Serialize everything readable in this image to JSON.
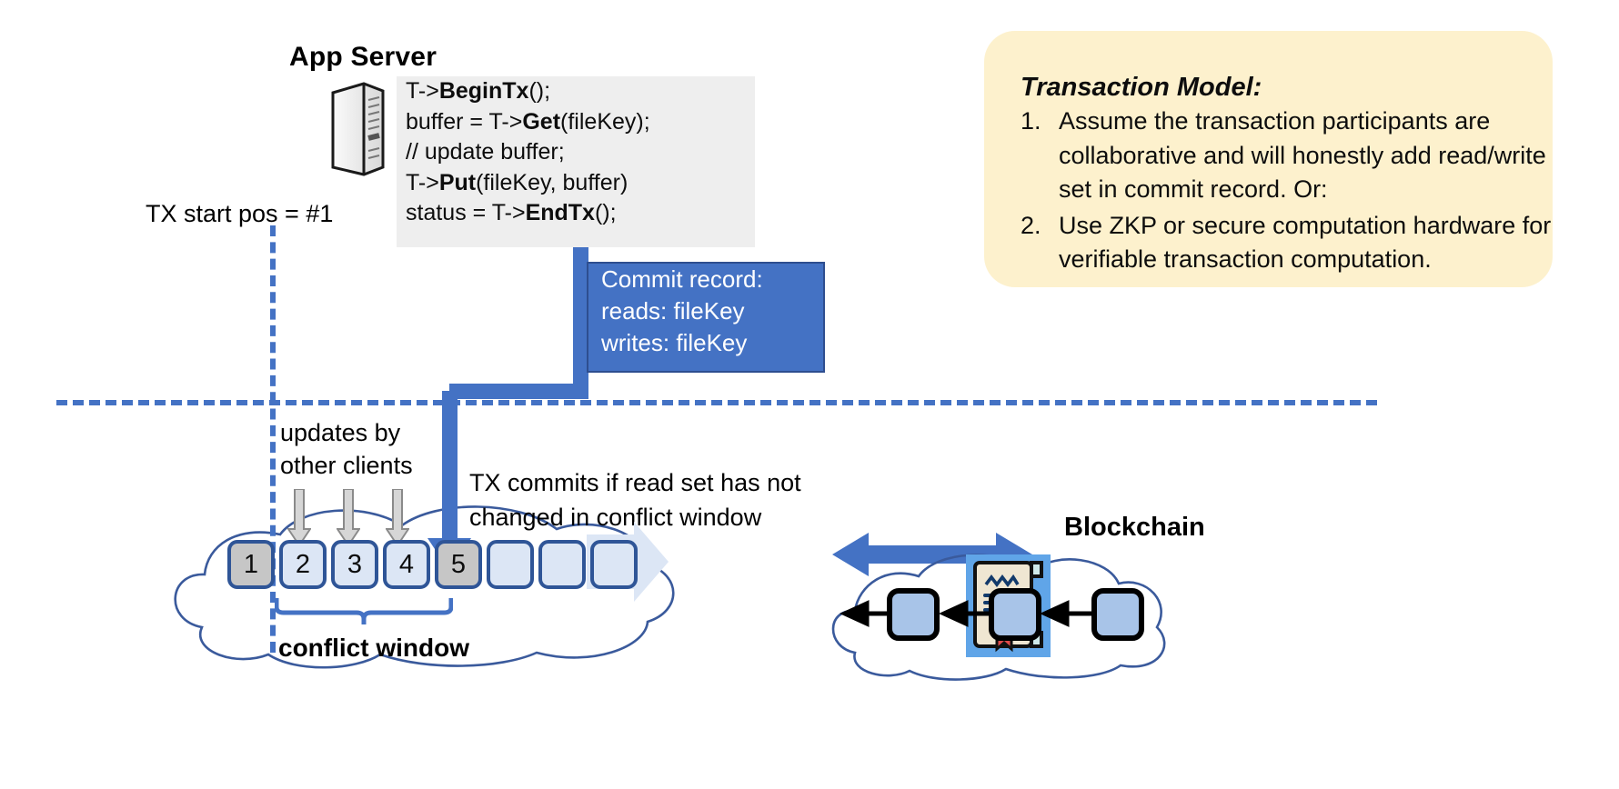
{
  "app_server": {
    "title": "App Server",
    "icon": "server-tower-icon",
    "code_lines": [
      {
        "pre": "T->",
        "bold": "BeginTx",
        "post": "();"
      },
      {
        "pre": "buffer = T->",
        "bold": "Get",
        "post": "(fileKey);"
      },
      {
        "pre": "// update buffer;",
        "bold": "",
        "post": ""
      },
      {
        "pre": "T->",
        "bold": "Put",
        "post": "(fileKey, buffer)"
      },
      {
        "pre": "status = T->",
        "bold": "EndTx",
        "post": "();"
      }
    ]
  },
  "tx_start": {
    "label": "TX start pos = #1"
  },
  "commit_record": {
    "lines": [
      "Commit record:",
      "reads: fileKey",
      "writes: fileKey"
    ]
  },
  "transaction_model": {
    "title": "Transaction Model:",
    "items": [
      {
        "num": "1.",
        "text": "Assume the transaction participants are collaborative and will honestly add read/write set in commit record.  Or:"
      },
      {
        "num": "2.",
        "text": "Use ZKP or secure computation hardware for verifiable transaction computation."
      }
    ]
  },
  "ledger": {
    "updates_label": "updates by\nother clients",
    "commits_label": "TX commits if read set has not\nchanged in conflict window",
    "conflict_window_label": "conflict window",
    "blocks": [
      {
        "num": "1",
        "state": "filled"
      },
      {
        "num": "2",
        "state": "empty"
      },
      {
        "num": "3",
        "state": "empty"
      },
      {
        "num": "4",
        "state": "empty"
      },
      {
        "num": "5",
        "state": "filled"
      },
      {
        "num": "",
        "state": "empty"
      },
      {
        "num": "",
        "state": "empty"
      },
      {
        "num": "",
        "state": "empty"
      }
    ],
    "update_arrow_count": 3
  },
  "blockchain": {
    "label": "Blockchain",
    "contract_icon": "certificate-seal-icon",
    "chain_block_count": 3
  },
  "colors": {
    "accent_blue": "#4472c4",
    "block_border": "#2f5597",
    "block_fill": "#dce6f5",
    "block_filled": "#c6c6c6",
    "card_yellow": "#fdf1cd",
    "code_bg": "#eeeeee",
    "cloud_stroke": "#3a5a9c",
    "grey_arrow": "#d0d0d0",
    "cert_bg": "#60a5e8",
    "cert_paper": "#efe6d2",
    "cert_seal": "#e04a4a"
  }
}
